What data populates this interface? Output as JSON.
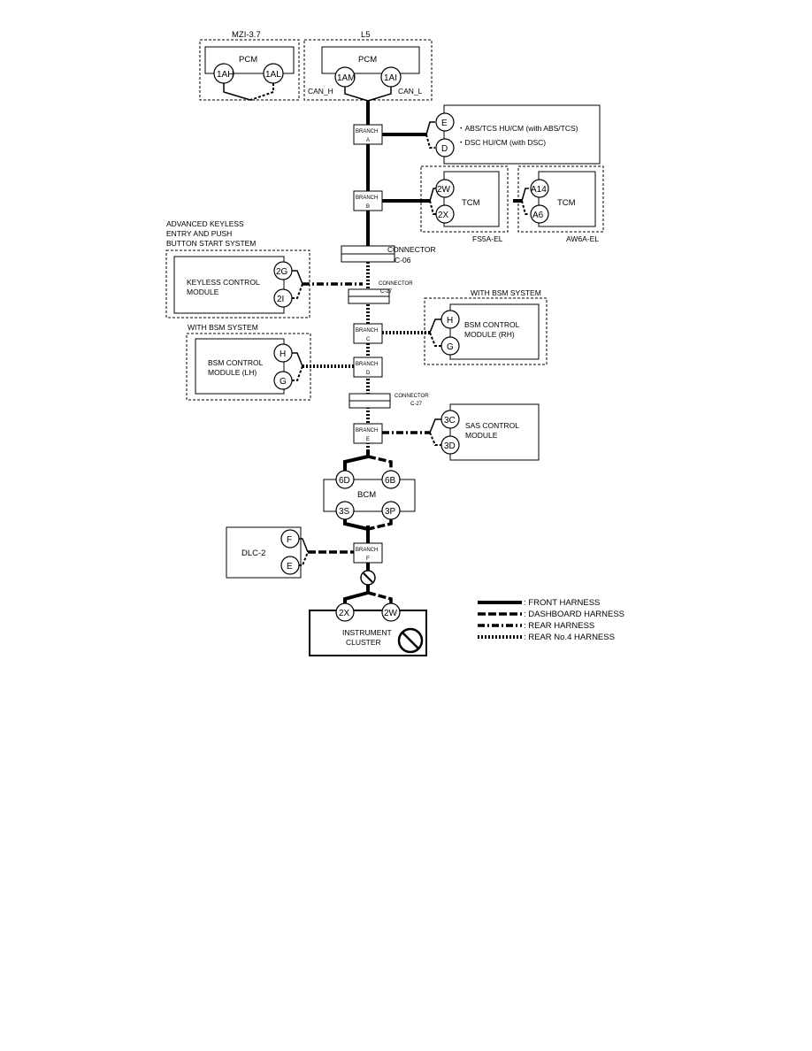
{
  "groups": {
    "mzi": "MZI-3.7",
    "l5": "L5",
    "fs5a": "FS5A-EL",
    "aw6a": "AW6A-EL",
    "keyless_system": [
      "ADVANCED KEYLESS",
      "ENTRY AND PUSH",
      "BUTTON START SYSTEM"
    ],
    "bsm_system_rh": "WITH BSM SYSTEM",
    "bsm_system_lh": "WITH BSM SYSTEM"
  },
  "modules": {
    "pcm_mzi": {
      "name": "PCM",
      "pins": [
        "1AH",
        "1AL"
      ]
    },
    "pcm_l5": {
      "name": "PCM",
      "pins": [
        "1AM",
        "1AI"
      ],
      "wires": [
        "CAN_H",
        "CAN_L"
      ]
    },
    "abs": {
      "pins": [
        "E",
        "D"
      ],
      "lines": [
        "・ABS/TCS HU/CM (with ABS/TCS)",
        "・DSC HU/CM (with DSC)"
      ]
    },
    "tcm_fs5a": {
      "name": "TCM",
      "pins": [
        "2W",
        "2X"
      ]
    },
    "tcm_aw6a": {
      "name": "TCM",
      "pins": [
        "A14",
        "A6"
      ]
    },
    "keyless": {
      "lines": [
        "KEYLESS CONTROL",
        "MODULE"
      ],
      "pins": [
        "2G",
        "2I"
      ]
    },
    "bsm_rh": {
      "lines": [
        "BSM CONTROL",
        "MODULE (RH)"
      ],
      "pins": [
        "H",
        "G"
      ]
    },
    "bsm_lh": {
      "lines": [
        "BSM CONTROL",
        "MODULE (LH)"
      ],
      "pins": [
        "H",
        "G"
      ]
    },
    "sas": {
      "lines": [
        "SAS CONTROL",
        "MODULE"
      ],
      "pins": [
        "3C",
        "3D"
      ]
    },
    "bcm": {
      "name": "BCM",
      "pins": [
        "6D",
        "6B",
        "3S",
        "3P"
      ]
    },
    "dlc": {
      "name": "DLC-2",
      "pins": [
        "F",
        "E"
      ]
    },
    "cluster": {
      "lines": [
        "INSTRUMENT",
        "CLUSTER"
      ],
      "pins": [
        "2X",
        "2W"
      ]
    }
  },
  "branches": [
    {
      "word": "BRANCH",
      "id": "A"
    },
    {
      "word": "BRANCH",
      "id": "B"
    },
    {
      "word": "BRANCH",
      "id": "C"
    },
    {
      "word": "BRANCH",
      "id": "D"
    },
    {
      "word": "BRANCH",
      "id": "E"
    },
    {
      "word": "BRANCH",
      "id": "F"
    }
  ],
  "connectors": [
    {
      "word": "CONNECTOR",
      "id": "C-06"
    },
    {
      "word": "CONNECTOR",
      "id": "C-27"
    },
    {
      "word": "CONNECTOR",
      "id": "C-27"
    }
  ],
  "legend": [
    {
      "style": "front",
      "label": ": FRONT HARNESS"
    },
    {
      "style": "dashboard",
      "label": ": DASHBOARD HARNESS"
    },
    {
      "style": "rear",
      "label": ": REAR HARNESS"
    },
    {
      "style": "rear4",
      "label": ": REAR No.4 HARNESS"
    }
  ]
}
